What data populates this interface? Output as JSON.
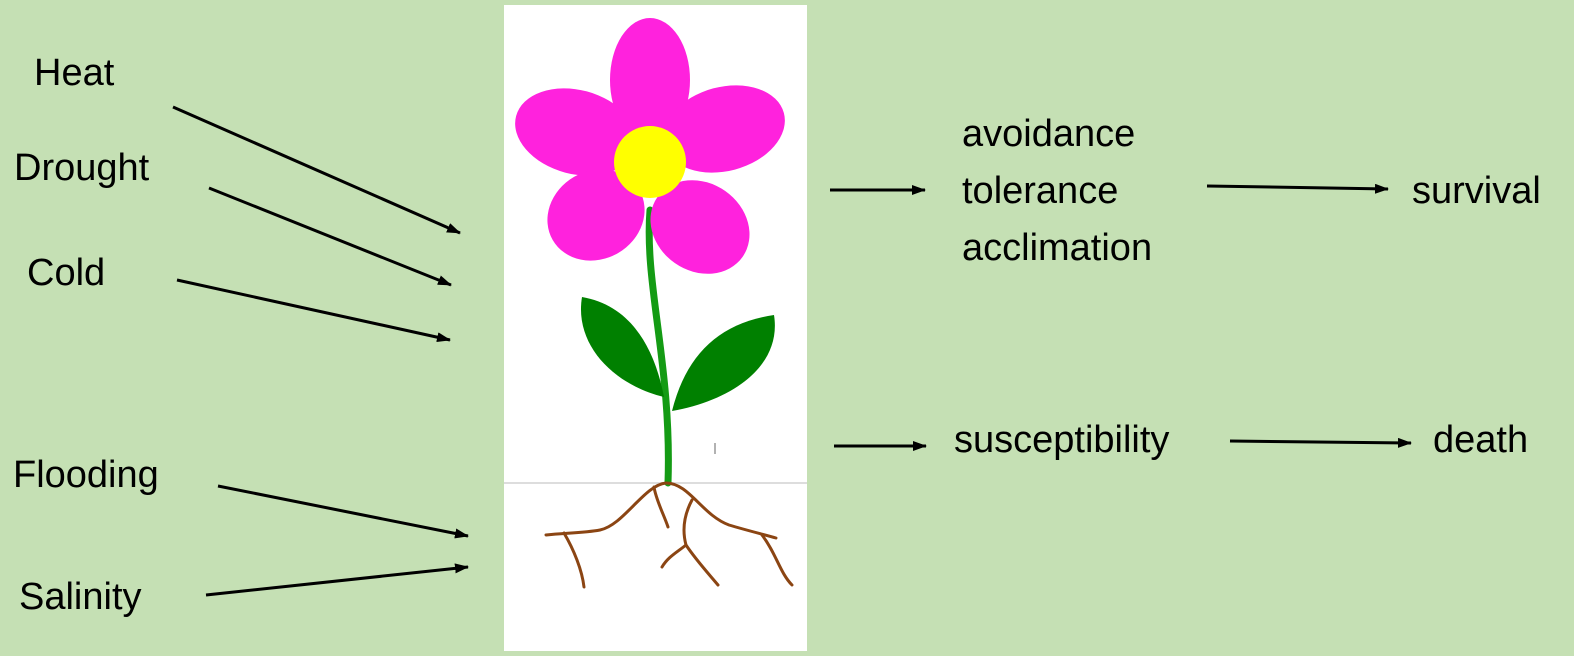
{
  "stresses": [
    "Heat",
    "Drought",
    "Cold",
    "Flooding",
    "Salinity"
  ],
  "responses": {
    "positive": [
      "avoidance",
      "tolerance",
      "acclimation"
    ],
    "negative": "susceptibility"
  },
  "outcomes": {
    "positive": "survival",
    "negative": "death"
  },
  "colors": {
    "background": "#c5e0b4",
    "petal": "#ff22dd",
    "flower_center": "#ffff00",
    "leaf": "#008000",
    "root": "#8b4513"
  }
}
